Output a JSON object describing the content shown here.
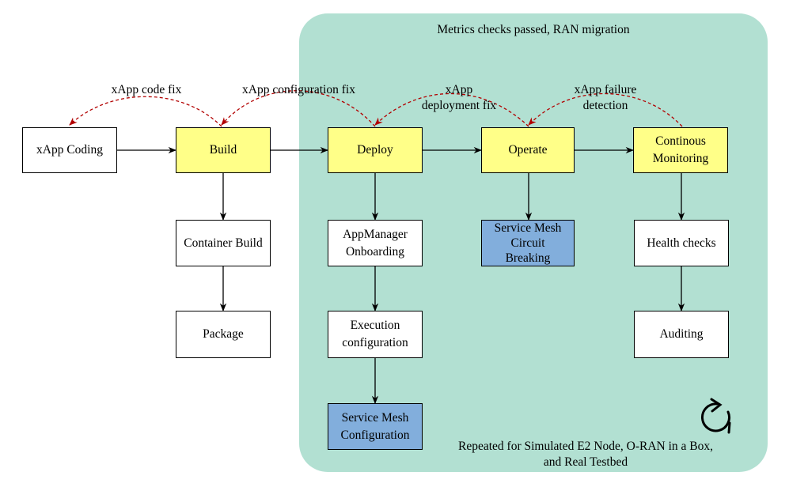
{
  "diagram": {
    "region_title": "Metrics checks passed, RAN migration",
    "region_footer_line1": "Repeated for Simulated E2 Node, O-RAN in a Box,",
    "region_footer_line2": "and Real Testbed",
    "nodes": {
      "coding": "xApp Coding",
      "build": "Build",
      "deploy": "Deploy",
      "operate": "Operate",
      "monitor_line1": "Continous",
      "monitor_line2": "Monitoring",
      "container": "Container Build",
      "package": "Package",
      "appmgr_line1": "AppManager",
      "appmgr_line2": "Onboarding",
      "exec_line1": "Execution",
      "exec_line2": "configuration",
      "meshcfg_line1": "Service Mesh",
      "meshcfg_line2": "Configuration",
      "circuit_line1": "Service Mesh",
      "circuit_line2": "Circuit",
      "circuit_line3": "Breaking",
      "health": "Health checks",
      "auditing": "Auditing"
    },
    "feedback": {
      "code_fix": "xApp code fix",
      "config_fix": "xApp configuration fix",
      "deploy_fix_line1": "xApp",
      "deploy_fix_line2": "deployment fix",
      "failure_line1": "xApp failure",
      "failure_line2": "detection"
    },
    "icons": {
      "repeat": "refresh-cycle-icon"
    },
    "colors": {
      "region": "#b2e0d2",
      "stage": "#ffff88",
      "mesh": "#82aedc",
      "feedback_arrow": "#b20000"
    }
  }
}
